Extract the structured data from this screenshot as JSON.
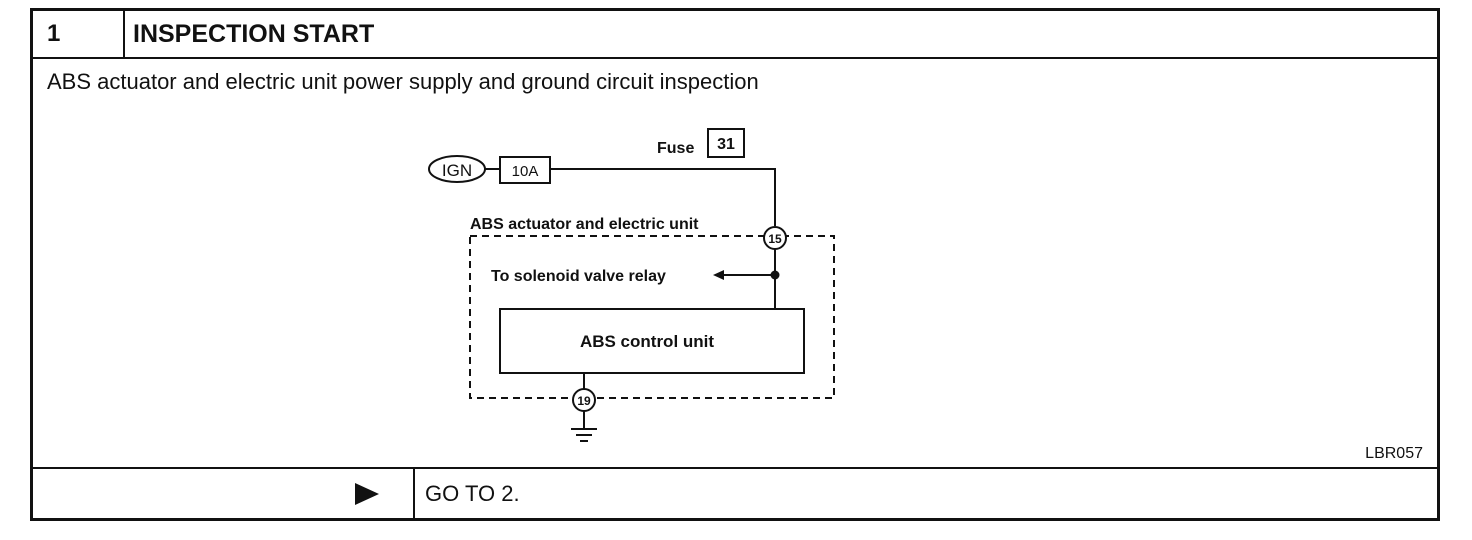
{
  "step": {
    "number": "1",
    "title": "INSPECTION START"
  },
  "description": "ABS actuator and electric unit power supply and ground circuit inspection",
  "diagram": {
    "ign_label": "IGN",
    "fuse_rating": "10A",
    "fuse_label": "Fuse",
    "fuse_number": "31",
    "unit_label": "ABS actuator and electric unit",
    "terminal_power": "15",
    "relay_label": "To solenoid valve relay",
    "control_unit_label": "ABS control unit",
    "terminal_ground": "19",
    "figure_ref": "LBR057"
  },
  "footer": {
    "action_icon": "right-triangle-arrow-icon",
    "action_text": "GO TO 2."
  }
}
